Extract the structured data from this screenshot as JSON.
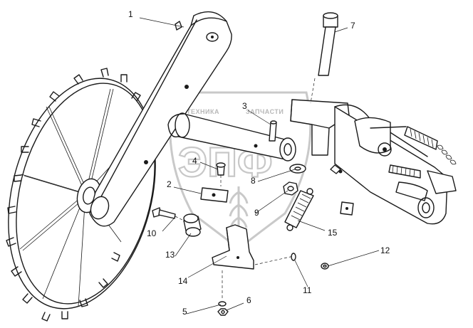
{
  "watermark": {
    "arc_text_left": "ТЕХНИКА",
    "arc_text_right": "ЗАПЧАСТИ",
    "letters": "ЭПФ",
    "color": "#c8c8c8"
  },
  "callouts": [
    "1",
    "2",
    "3",
    "4",
    "5",
    "6",
    "7",
    "8",
    "9",
    "10",
    "11",
    "12",
    "13",
    "14",
    "15"
  ],
  "line_color": "#1a1a1a"
}
